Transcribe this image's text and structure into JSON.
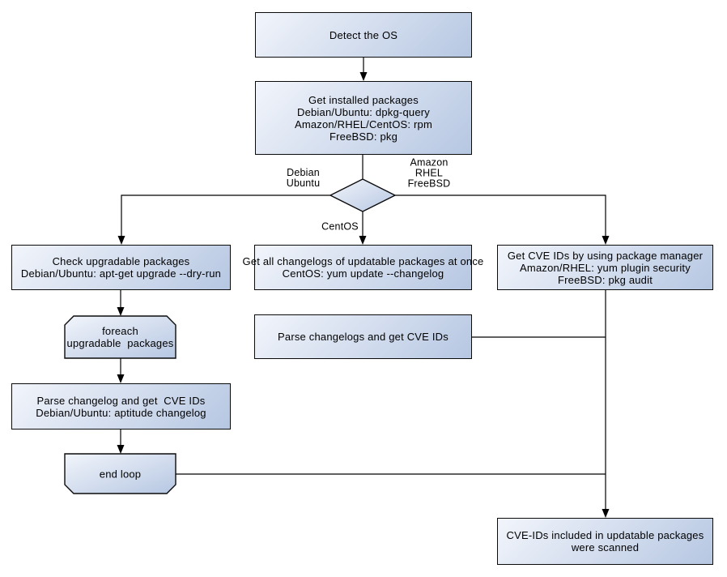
{
  "colors": {
    "node_fill_light": "#f2f5fb",
    "node_fill_dark": "#b6c7e2",
    "node_border": "#0b0b0b",
    "connector": "#000000",
    "background": "#ffffff"
  },
  "nodes": {
    "detect_os": {
      "label": "Detect the OS"
    },
    "get_installed_packages": {
      "label": "Get installed packages\nDebian/Ubuntu: dpkg-query\nAmazon/RHEL/CentOS: rpm\nFreeBSD: pkg"
    },
    "check_upgradable": {
      "label": "Check upgradable packages\nDebian/Ubuntu: apt-get upgrade --dry-run"
    },
    "get_all_changelogs": {
      "label": "Get all changelogs of updatable packages at once\nCentOS: yum update --changelog"
    },
    "get_cve_ids_pm": {
      "label": "Get CVE IDs by using package manager\nAmazon/RHEL: yum plugin security\nFreeBSD: pkg audit"
    },
    "foreach_loop": {
      "label": "foreach\nupgradable  packages"
    },
    "parse_changelogs_once": {
      "label": "Parse changelogs and get CVE IDs"
    },
    "parse_changelog_each": {
      "label": "Parse changelog and get  CVE IDs\nDebian/Ubuntu: aptitude changelog"
    },
    "end_loop": {
      "label": "end loop"
    },
    "result": {
      "label": "CVE-IDs included in updatable packages\nwere scanned"
    }
  },
  "edge_labels": {
    "left_branch": "Debian\nUbuntu",
    "right_branch": "Amazon\nRHEL\nFreeBSD",
    "down_branch": "CentOS"
  }
}
